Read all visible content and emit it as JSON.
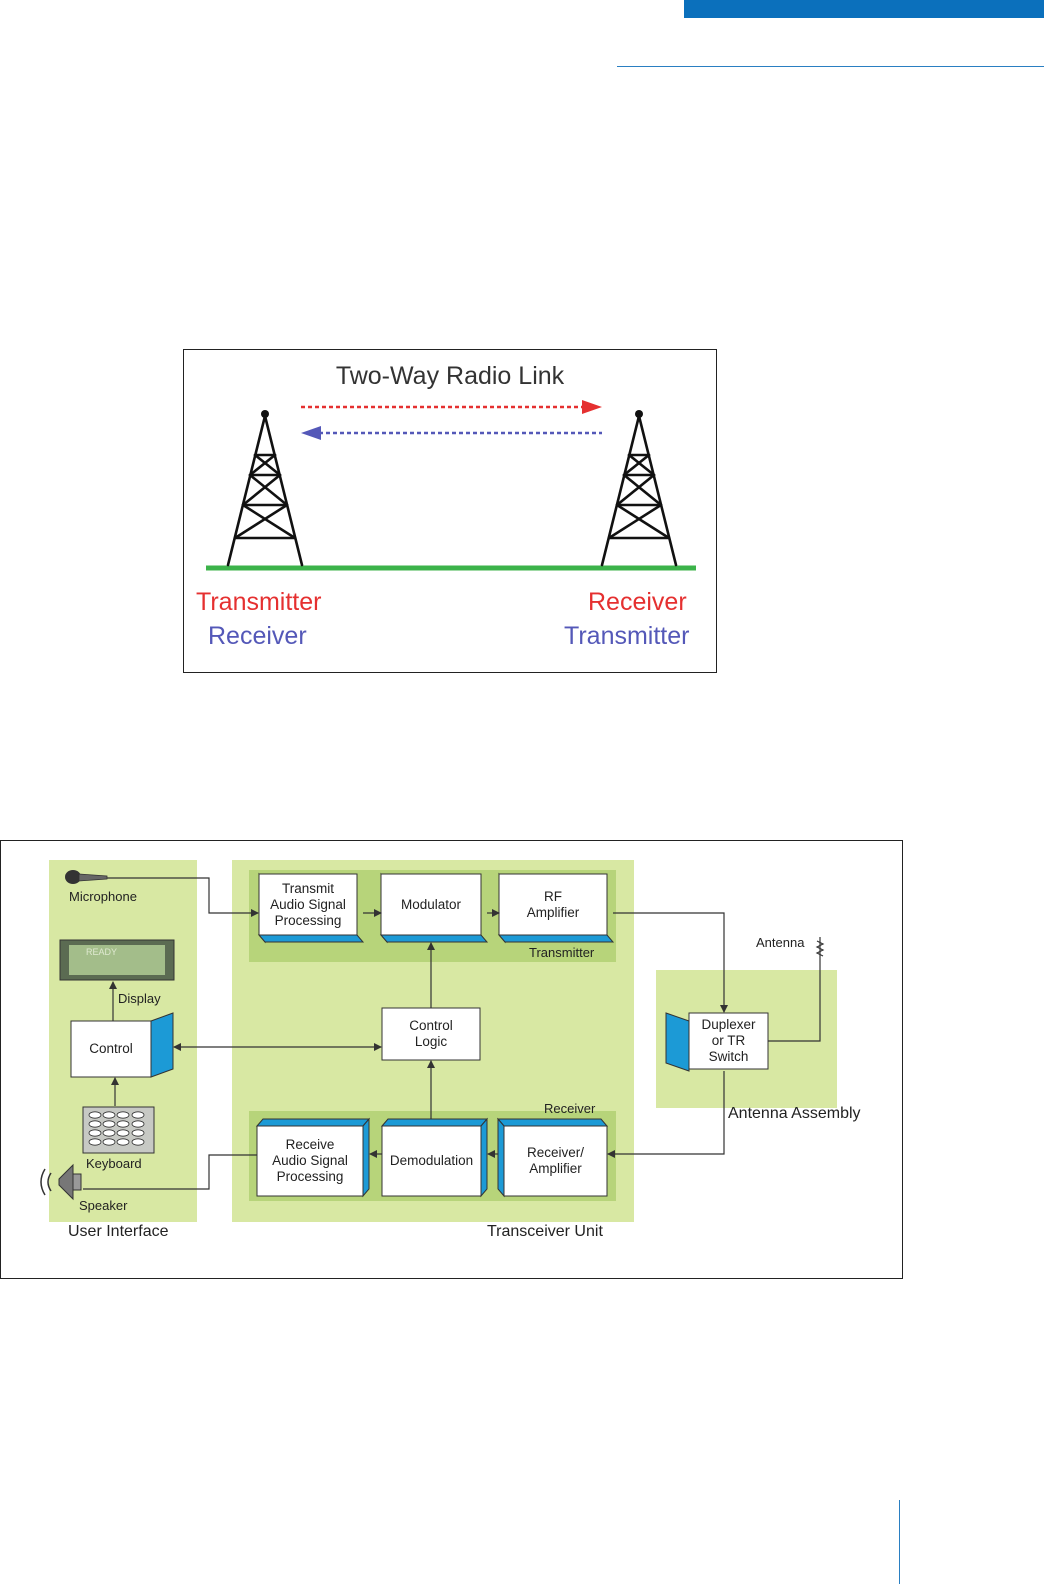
{
  "radio_link": {
    "title": "Two-Way Radio Link",
    "left_tx": "Transmitter",
    "left_rx": "Receiver",
    "right_rx": "Receiver",
    "right_tx": "Transmitter",
    "colors": {
      "red": "#e53030",
      "blue": "#5458b8",
      "ground": "#3cb34a"
    }
  },
  "block_diagram": {
    "microphone": "Microphone",
    "display_screen": "READY",
    "display": "Display",
    "control": "Control",
    "keyboard": "Keyboard",
    "speaker": "Speaker",
    "user_interface": "User Interface",
    "tx_audio": "Transmit\nAudio Signal\nProcessing",
    "modulator": "Modulator",
    "rf_amp": "RF\nAmplifier",
    "transmitter": "Transmitter",
    "control_logic": "Control\nLogic",
    "receiver": "Receiver",
    "rx_audio": "Receive\nAudio Signal\nProcessing",
    "demodulation": "Demodulation",
    "rx_amp": "Receiver/\nAmplifier",
    "transceiver_unit": "Transceiver Unit",
    "antenna": "Antenna",
    "duplexer": "Duplexer\nor TR\nSwitch",
    "antenna_assembly": "Antenna Assembly",
    "colors": {
      "panel": "#d8e8a3",
      "band": "#b7d47a",
      "block_side": "#1c9ad6"
    }
  }
}
